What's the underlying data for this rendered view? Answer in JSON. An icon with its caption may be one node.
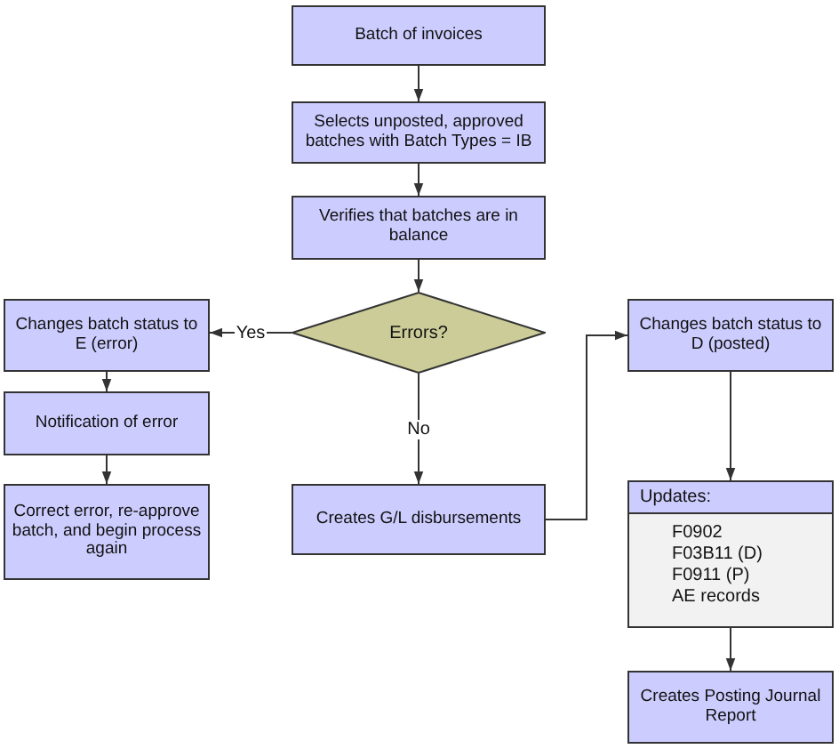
{
  "diagram": {
    "nodes": [
      {
        "text": [
          "Batch of invoices"
        ]
      },
      {
        "text": [
          "Selects unposted, approved batches with Batch Types = IB"
        ]
      },
      {
        "text": [
          "Verifies that batches are in balance"
        ]
      },
      {
        "text": [
          "Errors?"
        ]
      },
      {
        "text": [
          "Changes batch status to E (error)"
        ]
      },
      {
        "text": [
          "Notification of error"
        ]
      },
      {
        "text": [
          "Correct error, re-approve batch, and begin process again"
        ]
      },
      {
        "text": [
          "Creates G/L disbursements"
        ]
      },
      {
        "text": [
          "Changes batch status to D (posted)"
        ]
      },
      {
        "text": [
          "Updates:",
          "F0902",
          "F03B11 (D)",
          "F0911 (P)",
          "AE records"
        ]
      },
      {
        "text": [
          "Creates Posting Journal Report"
        ]
      }
    ],
    "edges": [
      {
        "from": 0,
        "to": 1,
        "arrow": "to"
      },
      {
        "from": 1,
        "to": 2,
        "arrow": "to"
      },
      {
        "from": 2,
        "to": 3,
        "arrow": "to"
      },
      {
        "from": 3,
        "to": 4,
        "arrow": "to",
        "label": "Yes"
      },
      {
        "from": 3,
        "to": 7,
        "arrow": "to",
        "label": "No"
      },
      {
        "from": 4,
        "to": 5,
        "arrow": "to"
      },
      {
        "from": 5,
        "to": 6,
        "arrow": "to"
      },
      {
        "from": 7,
        "to": 8,
        "arrow": "to"
      },
      {
        "from": 8,
        "to": 9,
        "arrow": "to"
      },
      {
        "from": 9,
        "to": 10,
        "arrow": "to"
      }
    ]
  }
}
